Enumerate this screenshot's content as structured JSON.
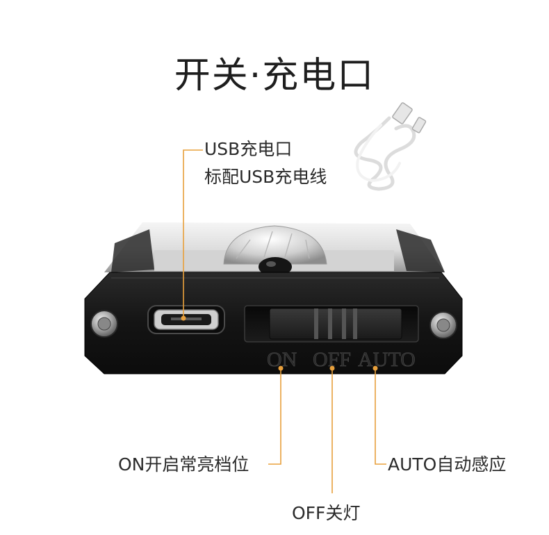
{
  "title": "开关·充电口",
  "callouts": {
    "usb_port_line1": "USB充电口",
    "usb_port_line2": "标配USB充电线",
    "on": "ON开启常亮档位",
    "off": "OFF关灯",
    "auto": "AUTO自动感应"
  },
  "switch_markings": {
    "on": "ON",
    "off": "OFF",
    "auto": "AUTO"
  },
  "colors": {
    "leader": "#e8a03c",
    "body": "#161616",
    "text": "#2a2a2a"
  }
}
